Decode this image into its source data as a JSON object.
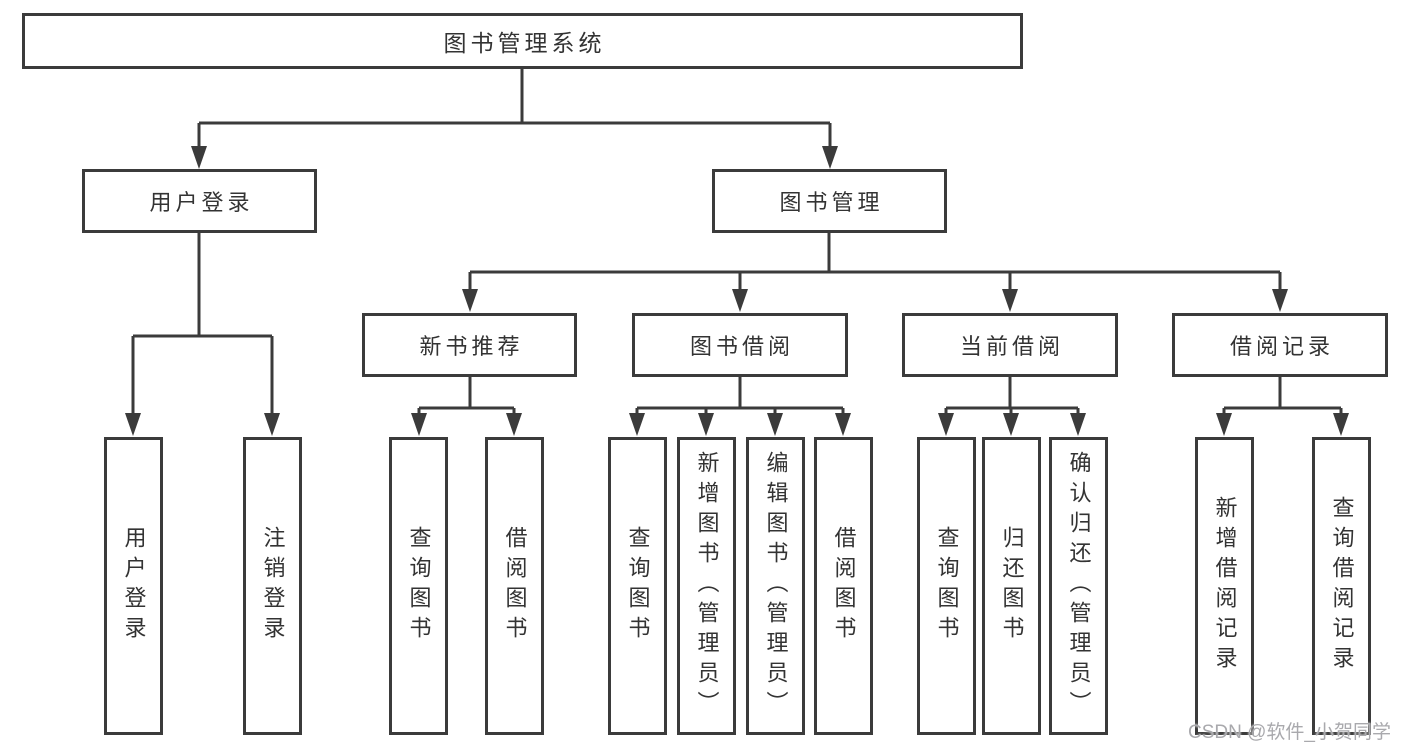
{
  "colors": {
    "line": "#3b3b3b",
    "text": "#333333",
    "watermark": "#a9a9ad",
    "background": "#ffffff"
  },
  "tree": {
    "label": "图书管理系统",
    "children": [
      {
        "label": "用户登录",
        "children": [
          {
            "label": "用户登录"
          },
          {
            "label": "注销登录"
          }
        ]
      },
      {
        "label": "图书管理",
        "children": [
          {
            "label": "新书推荐",
            "children": [
              {
                "label": "查询图书"
              },
              {
                "label": "借阅图书"
              }
            ]
          },
          {
            "label": "图书借阅",
            "children": [
              {
                "label": "查询图书"
              },
              {
                "label": "新增图书（管理员）"
              },
              {
                "label": "编辑图书（管理员）"
              },
              {
                "label": "借阅图书"
              }
            ]
          },
          {
            "label": "当前借阅",
            "children": [
              {
                "label": "查询图书"
              },
              {
                "label": "归还图书"
              },
              {
                "label": "确认归还（管理员）"
              }
            ]
          },
          {
            "label": "借阅记录",
            "children": [
              {
                "label": "新增借阅记录"
              },
              {
                "label": "查询借阅记录"
              }
            ]
          }
        ]
      }
    ]
  },
  "watermark": {
    "text": "CSDN @软件_小贺同学"
  }
}
